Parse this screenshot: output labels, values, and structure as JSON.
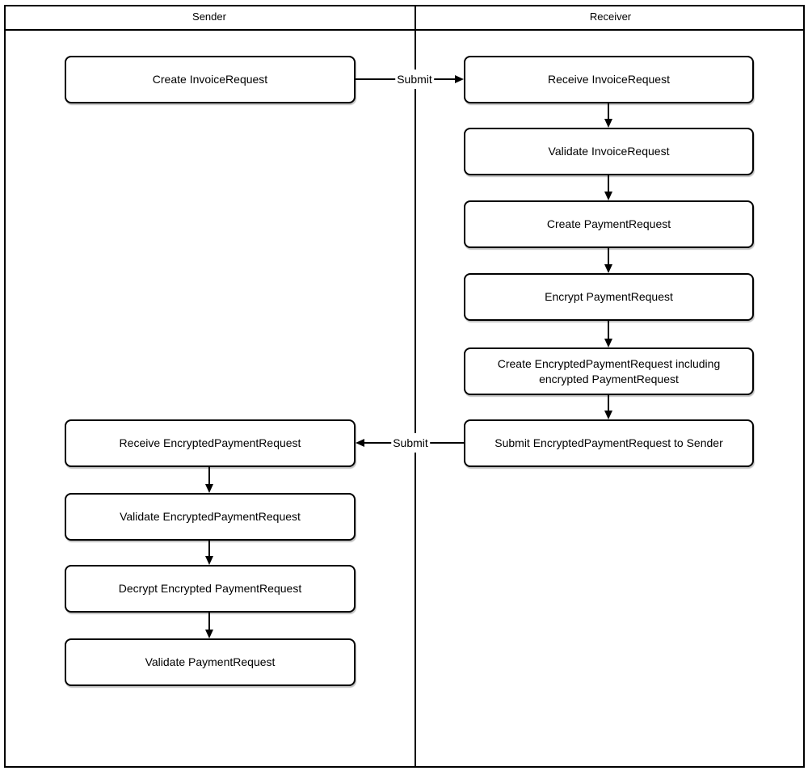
{
  "diagram": {
    "type": "flowchart-swimlane",
    "colors": {
      "line": "#000000",
      "node_fill": "#ffffff",
      "node_border": "#000000",
      "background": "#ffffff"
    },
    "lanes": [
      {
        "id": "sender",
        "label": "Sender"
      },
      {
        "id": "receiver",
        "label": "Receiver"
      }
    ],
    "nodes": [
      {
        "id": "create-invoice-request",
        "lane": "sender",
        "label": "Create InvoiceRequest"
      },
      {
        "id": "receive-invoice-request",
        "lane": "receiver",
        "label": "Receive InvoiceRequest"
      },
      {
        "id": "validate-invoice-request",
        "lane": "receiver",
        "label": "Validate InvoiceRequest"
      },
      {
        "id": "create-payment-request",
        "lane": "receiver",
        "label": "Create PaymentRequest"
      },
      {
        "id": "encrypt-payment-request",
        "lane": "receiver",
        "label": "Encrypt PaymentRequest"
      },
      {
        "id": "create-encrypted-payment-request",
        "lane": "receiver",
        "label": "Create EncryptedPaymentRequest including encrypted PaymentRequest"
      },
      {
        "id": "submit-encrypted-payment-request",
        "lane": "receiver",
        "label": "Submit EncryptedPaymentRequest to Sender"
      },
      {
        "id": "receive-encrypted-payment-request",
        "lane": "sender",
        "label": "Receive EncryptedPaymentRequest"
      },
      {
        "id": "validate-encrypted-payment-request",
        "lane": "sender",
        "label": "Validate EncryptedPaymentRequest"
      },
      {
        "id": "decrypt-encrypted-payment-request",
        "lane": "sender",
        "label": "Decrypt Encrypted PaymentRequest"
      },
      {
        "id": "validate-payment-request",
        "lane": "sender",
        "label": "Validate PaymentRequest"
      }
    ],
    "edges": [
      {
        "from": "create-invoice-request",
        "to": "receive-invoice-request",
        "label": "Submit"
      },
      {
        "from": "receive-invoice-request",
        "to": "validate-invoice-request",
        "label": ""
      },
      {
        "from": "validate-invoice-request",
        "to": "create-payment-request",
        "label": ""
      },
      {
        "from": "create-payment-request",
        "to": "encrypt-payment-request",
        "label": ""
      },
      {
        "from": "encrypt-payment-request",
        "to": "create-encrypted-payment-request",
        "label": ""
      },
      {
        "from": "create-encrypted-payment-request",
        "to": "submit-encrypted-payment-request",
        "label": ""
      },
      {
        "from": "submit-encrypted-payment-request",
        "to": "receive-encrypted-payment-request",
        "label": "Submit"
      },
      {
        "from": "receive-encrypted-payment-request",
        "to": "validate-encrypted-payment-request",
        "label": ""
      },
      {
        "from": "validate-encrypted-payment-request",
        "to": "decrypt-encrypted-payment-request",
        "label": ""
      },
      {
        "from": "decrypt-encrypted-payment-request",
        "to": "validate-payment-request",
        "label": ""
      }
    ]
  }
}
